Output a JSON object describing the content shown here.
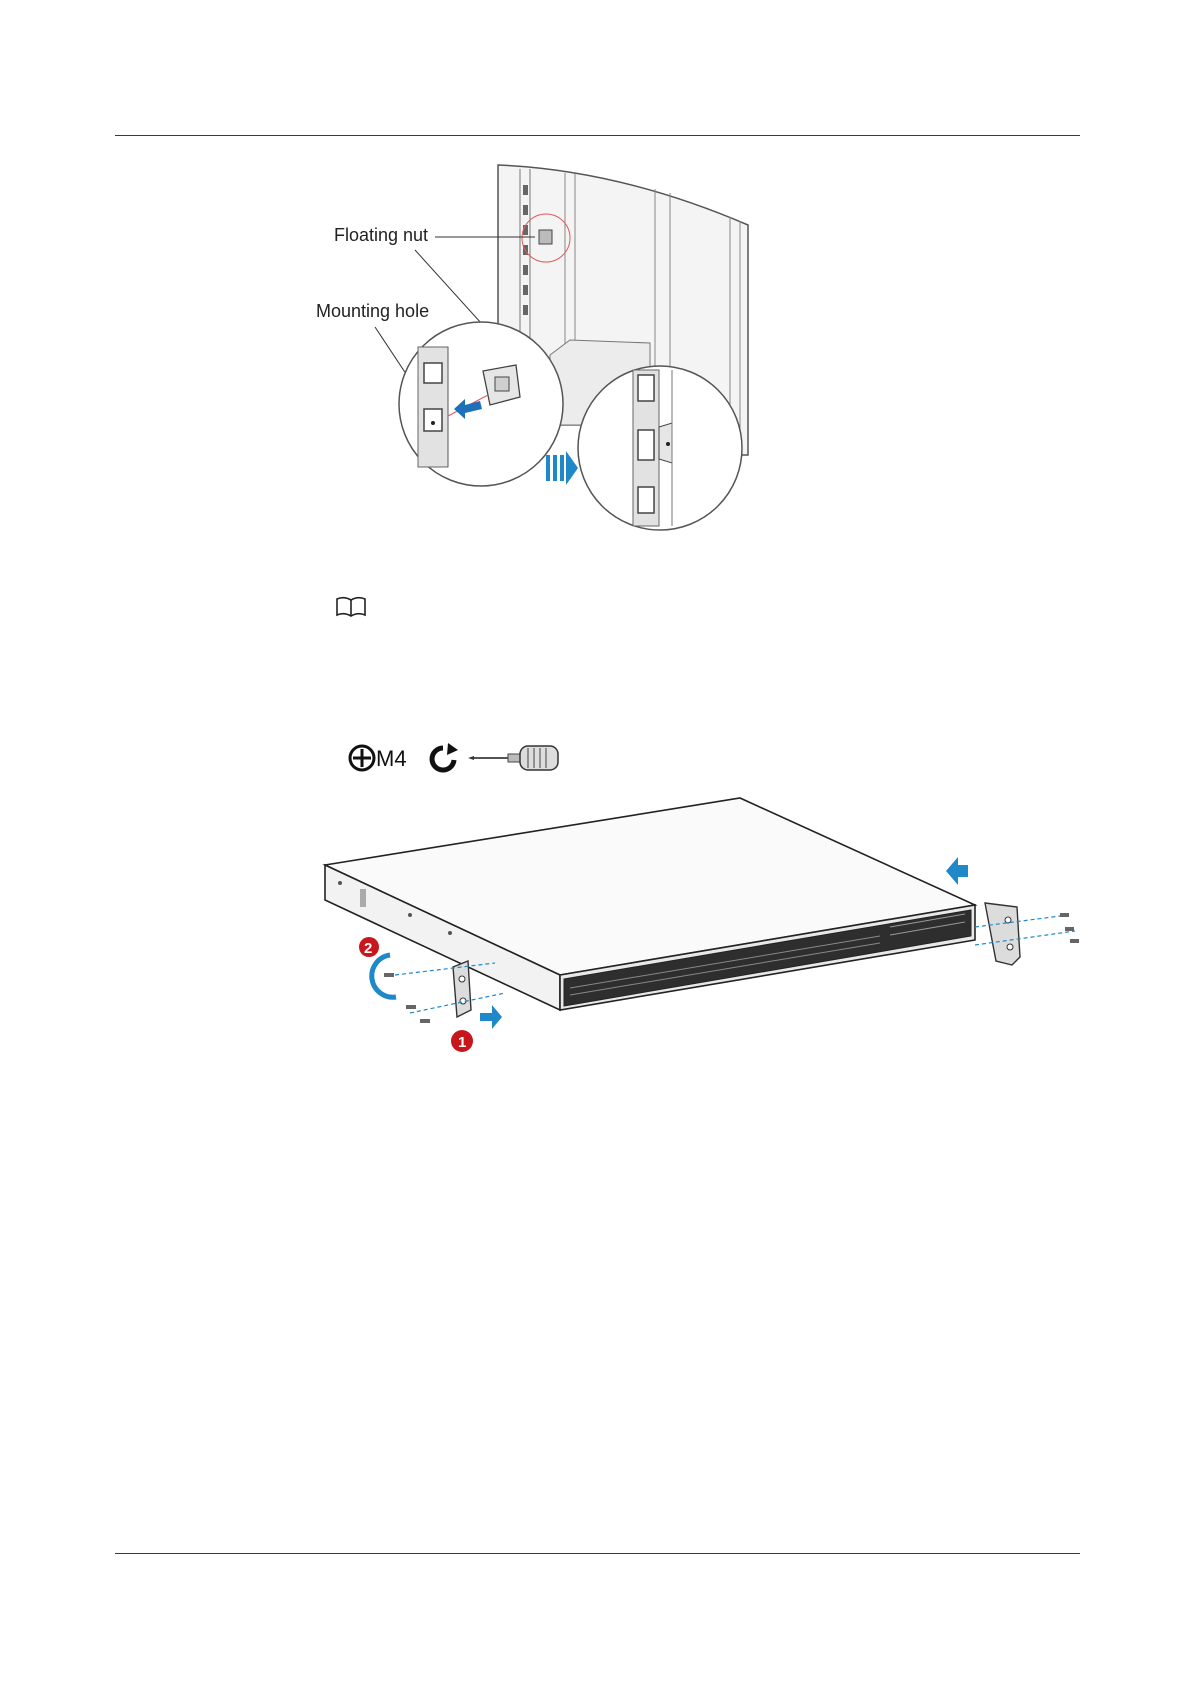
{
  "figure1": {
    "label_floating_nut": "Floating nut",
    "label_mounting_hole": "Mounting hole"
  },
  "figure2": {
    "screw_spec": "M4",
    "step_1": "1",
    "step_2": "2",
    "accent_blue": "#1e88c8",
    "badge_red": "#c8161d"
  },
  "icons": [
    "note-book-icon",
    "phillips-head-icon",
    "tighten-rotate-icon",
    "screwdriver-icon"
  ]
}
